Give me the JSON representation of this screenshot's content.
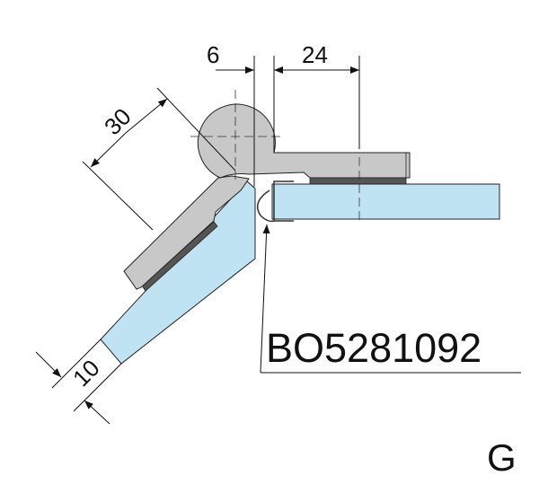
{
  "dimensions": {
    "offset": "6",
    "arm_length": "24",
    "angled_length": "30",
    "glass_thickness": "10"
  },
  "part_number": "BO5281092",
  "group_label": "G",
  "colors": {
    "metal": "#c8c8c8",
    "gasket": "#555555",
    "glass": "#bfe3f2",
    "line": "#111111"
  }
}
